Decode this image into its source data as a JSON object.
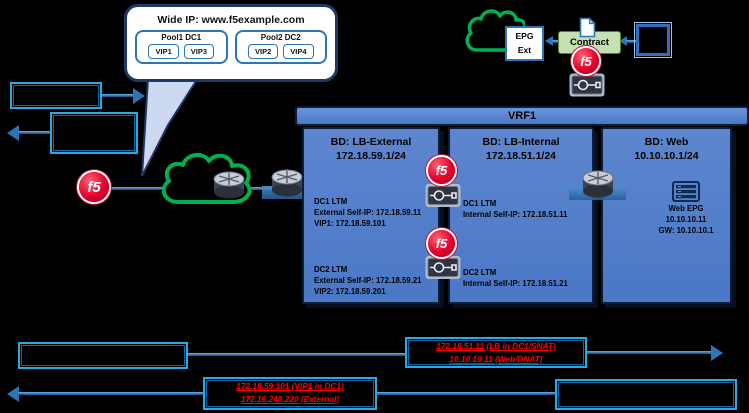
{
  "gslb_callout": {
    "title": "Wide IP: www.f5example.com",
    "pools": [
      {
        "label": "Pool1 DC1",
        "vips": [
          "VIP1",
          "VIP3"
        ]
      },
      {
        "label": "Pool2 DC2",
        "vips": [
          "VIP2",
          "VIP4"
        ]
      }
    ]
  },
  "top_right": {
    "epg_line1": "EPG",
    "epg_line2": "Ext",
    "contract_label": "Contract"
  },
  "vrf": {
    "label": "VRF1"
  },
  "bridge_domains": [
    {
      "name": "BD: LB-External",
      "subnet": "172.18.59.1/24",
      "entries": [
        {
          "l1": "DC1 LTM",
          "l2": "External Self-IP: 172.18.59.11",
          "l3": "VIP1: 172.18.59.101"
        },
        {
          "l1": "DC2 LTM",
          "l2": "External Self-IP: 172.18.59.21",
          "l3": "VIP2: 172.18.59.201"
        }
      ]
    },
    {
      "name": "BD: LB-Internal",
      "subnet": "172.18.51.1/24",
      "entries": [
        {
          "l1": "DC1 LTM",
          "l2": "Internal Self-IP: 172.18.51.11"
        },
        {
          "l1": "DC2 LTM",
          "l2": "Internal Self-IP: 172.18.51.21"
        }
      ]
    },
    {
      "name": "BD: Web",
      "subnet": "10.10.10.1/24",
      "web_epg": {
        "label": "Web EPG",
        "ip": "10.10.10.11",
        "gw": "GW: 10.10.10.1"
      }
    }
  ],
  "flows": [
    {
      "l1": "172.18.51.11 (LB in DC1/SNAT)",
      "l2": "10.10.10.11 (Web/DNAT)"
    },
    {
      "l1": "172.18.59.101 (VIP1 in DC1)",
      "l2": "172.16.248.220 (External)"
    }
  ],
  "icons": {
    "f5": "f5"
  },
  "colors": {
    "bd_fill": "#4a77c6",
    "bd_border": "#0d1e3c",
    "annotation_border": "#29abe2",
    "arrow_blue": "#2e74b5",
    "cloud_green": "#00b050",
    "contract_green": "#c5e0b3",
    "f5_red": "#e4002b",
    "flow_text_red": "#ff0000"
  }
}
